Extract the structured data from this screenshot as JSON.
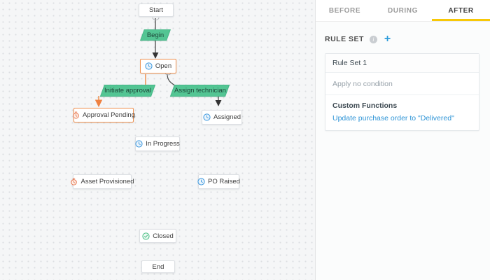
{
  "canvas": {
    "nodes": [
      {
        "id": "start",
        "label": "Start",
        "icon": "none",
        "border": "gray"
      },
      {
        "id": "open",
        "label": "Open",
        "icon": "clock-blue-icon",
        "border": "orange"
      },
      {
        "id": "approval_pending",
        "label": "Approval Pending",
        "icon": "stopwatch-orange-icon",
        "border": "orange"
      },
      {
        "id": "assigned",
        "label": "Assigned",
        "icon": "clock-blue-icon",
        "border": "gray"
      },
      {
        "id": "in_progress",
        "label": "In Progress",
        "icon": "clock-blue-icon",
        "border": "gray"
      },
      {
        "id": "asset_provisioned",
        "label": "Asset Provisioned",
        "icon": "stopwatch-orange-icon",
        "border": "gray"
      },
      {
        "id": "po_raised",
        "label": "PO Raised",
        "icon": "clock-blue-icon",
        "border": "gray"
      },
      {
        "id": "closed",
        "label": "Closed",
        "icon": "check-green-icon",
        "border": "gray"
      },
      {
        "id": "end",
        "label": "End",
        "icon": "none",
        "border": "gray"
      }
    ],
    "transitions": [
      {
        "id": "begin",
        "label": "Begin"
      },
      {
        "id": "initiate_approval",
        "label": "Initiate approval"
      },
      {
        "id": "assign_technician",
        "label": "Assign technician"
      }
    ]
  },
  "panel": {
    "tabs": [
      {
        "label": "BEFORE",
        "active": false
      },
      {
        "label": "DURING",
        "active": false
      },
      {
        "label": "AFTER",
        "active": true
      }
    ],
    "rule_set": {
      "heading": "RULE SET",
      "info_icon": "info-icon",
      "add_icon": "plus-icon",
      "add_label": "+",
      "card": {
        "title": "Rule Set 1",
        "condition": "Apply no condition",
        "section_heading": "Custom Functions",
        "link": "Update purchase order to \"Delivered\""
      }
    }
  },
  "colors": {
    "canvas_bg": "#f5f6f7",
    "canvas_dot": "#dcdee1",
    "transition_green": "#53c593",
    "highlight_orange": "#ef9150",
    "tab_active_underline": "#f7c808",
    "link_blue": "#2e94d6",
    "plus_blue": "#2d9cdb",
    "icon_blue": "#3a96dd",
    "icon_orange": "#e8734b",
    "icon_green": "#47bd82"
  }
}
